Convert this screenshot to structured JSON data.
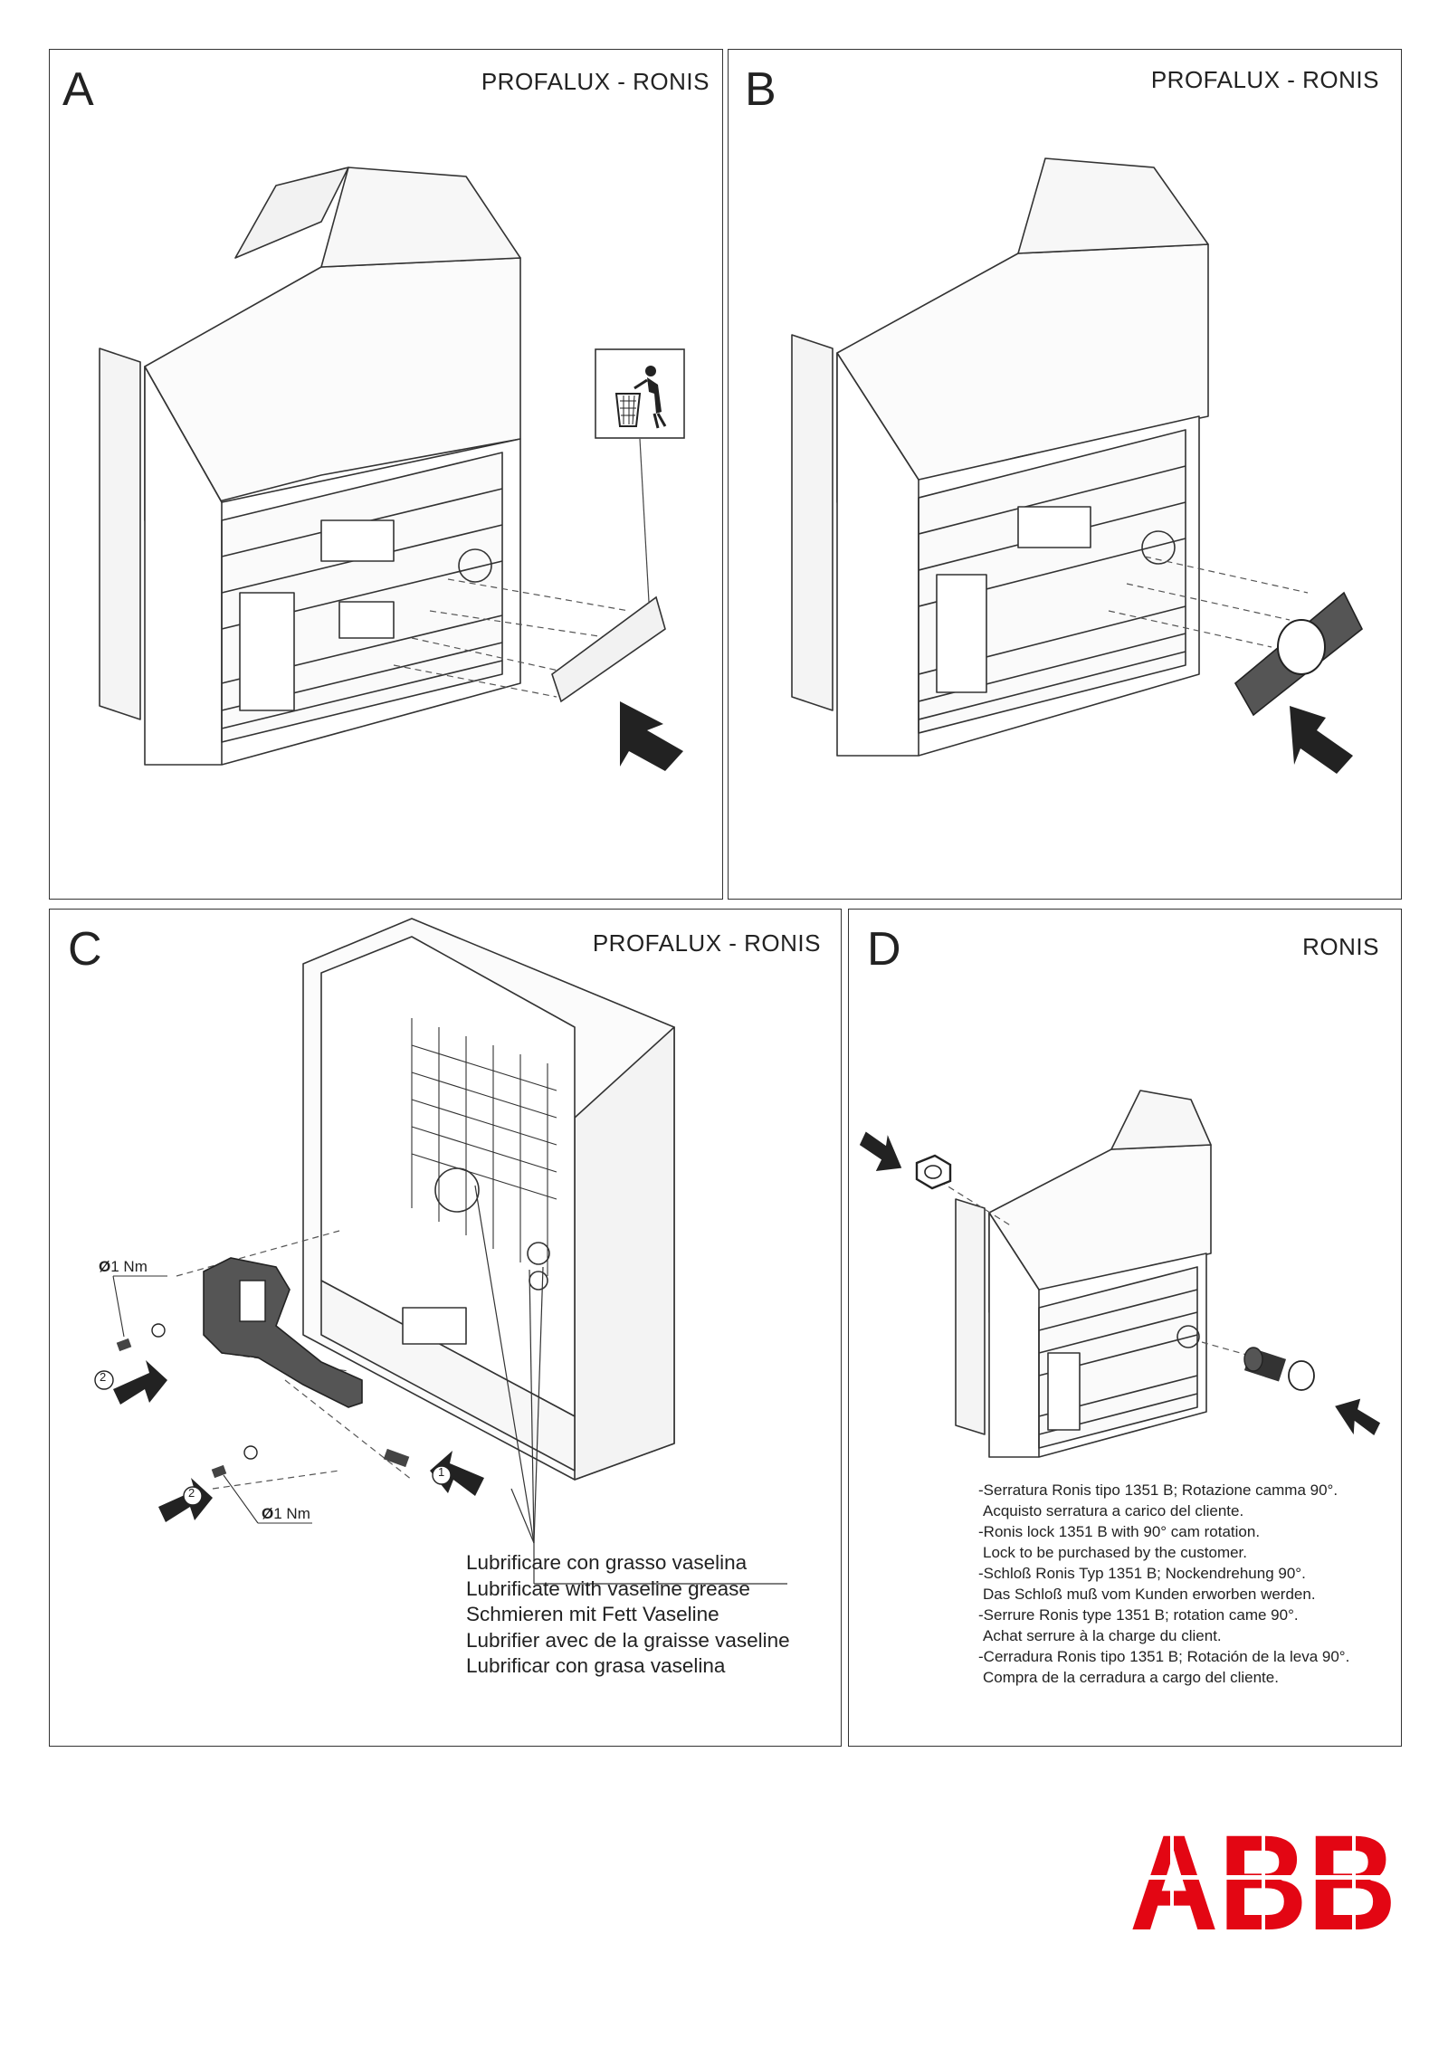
{
  "panels": {
    "a": {
      "letter": "A",
      "title": "PROFALUX - RONIS"
    },
    "b": {
      "letter": "B",
      "title": "PROFALUX - RONIS"
    },
    "c": {
      "letter": "C",
      "title": "PROFALUX - RONIS",
      "torque_symbol": "Ø",
      "torque_top": "1 Nm",
      "torque_bottom": "1 Nm",
      "step_1": "1",
      "step_2a": "2",
      "step_2b": "2",
      "lube_lines": [
        "Lubrificare con grasso vaselina",
        "Lubrificate with vaseline grease",
        "Schmieren mit Fett Vaseline",
        "Lubrifier avec de la graisse vaseline",
        "Lubrificar con grasa vaselina"
      ]
    },
    "d": {
      "letter": "D",
      "title": "RONIS",
      "notes": [
        {
          "line1": "-Serratura Ronis tipo 1351 B; Rotazione camma 90°.",
          "line2": "Acquisto serratura a carico del cliente."
        },
        {
          "line1": "-Ronis lock 1351 B with 90° cam rotation.",
          "line2": "Lock to be purchased by the customer."
        },
        {
          "line1": "-Schloß Ronis Typ 1351 B; Nockendrehung 90°.",
          "line2": "Das Schloß muß vom Kunden erworben werden."
        },
        {
          "line1": "-Serrure Ronis type 1351 B; rotation came 90°.",
          "line2": "Achat serrure à la charge du client."
        },
        {
          "line1": "-Cerradura Ronis tipo 1351 B; Rotación de la leva 90°.",
          "line2": "Compra de la cerradura a cargo del cliente."
        }
      ]
    }
  },
  "logo": {
    "text": "ABB",
    "color": "#e30613"
  },
  "icons": [
    "trash-bin-icon",
    "arrow-icon",
    "lock-key-icon",
    "nut-icon",
    "screw-icon"
  ]
}
